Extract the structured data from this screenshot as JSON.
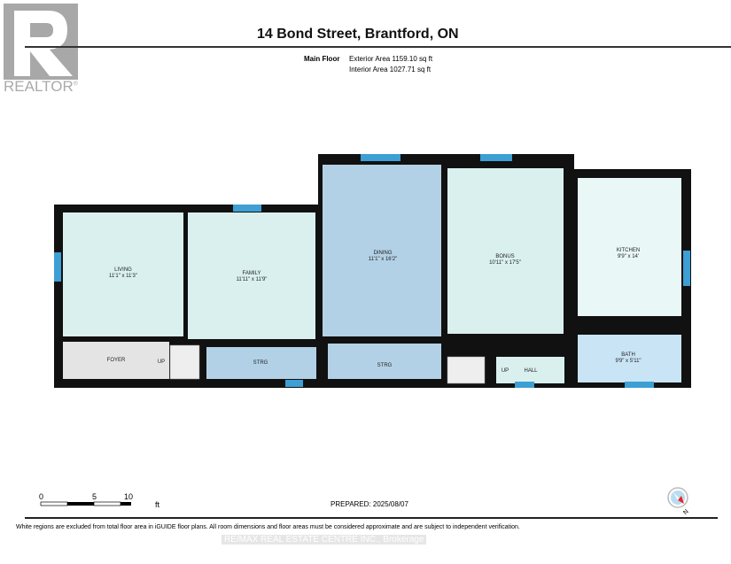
{
  "header": {
    "title": "14 Bond Street, Brantford, ON",
    "floor": "Main Floor",
    "exterior_area": "Exterior Area 1159.10 sq ft",
    "interior_area": "Interior Area 1027.71 sq ft",
    "logo_text": "REALTOR"
  },
  "rooms": [
    {
      "name": "LIVING",
      "dims": "11'1\" x 11'3\""
    },
    {
      "name": "FAMILY",
      "dims": "11'11\" x 11'9\""
    },
    {
      "name": "DINING",
      "dims": "11'1\" x 16'2\""
    },
    {
      "name": "BONUS",
      "dims": "10'11\" x 17'5\""
    },
    {
      "name": "KITCHEN",
      "dims": "9'9\" x 14'"
    },
    {
      "name": "BATH",
      "dims": "9'9\" x 5'11\""
    },
    {
      "name": "FOYER",
      "dims": ""
    },
    {
      "name": "STRG",
      "dims": ""
    },
    {
      "name": "STRG",
      "dims": ""
    },
    {
      "name": "HALL",
      "dims": ""
    }
  ],
  "labels": {
    "up": "UP"
  },
  "scale": {
    "zero": "0",
    "five": "5",
    "ten": "10",
    "unit": "ft"
  },
  "compass": {
    "north": "N"
  },
  "footer": {
    "prepared": "PREPARED: 2025/08/07",
    "disclaimer": "White regions are excluded from total floor area in iGUIDE floor plans. All room dimensions and floor areas must be considered approximate and are subject to independent verification.",
    "brokerage": "RE/MAX REAL ESTATE CENTRE INC., Brokerage"
  },
  "colors": {
    "wall": "#111111",
    "room_light": "#d9f0ef",
    "room_dark": "#b3d1e6",
    "window": "#3d9fd3",
    "foyer": "#e4e4e4",
    "bath": "#c9e4f5"
  }
}
